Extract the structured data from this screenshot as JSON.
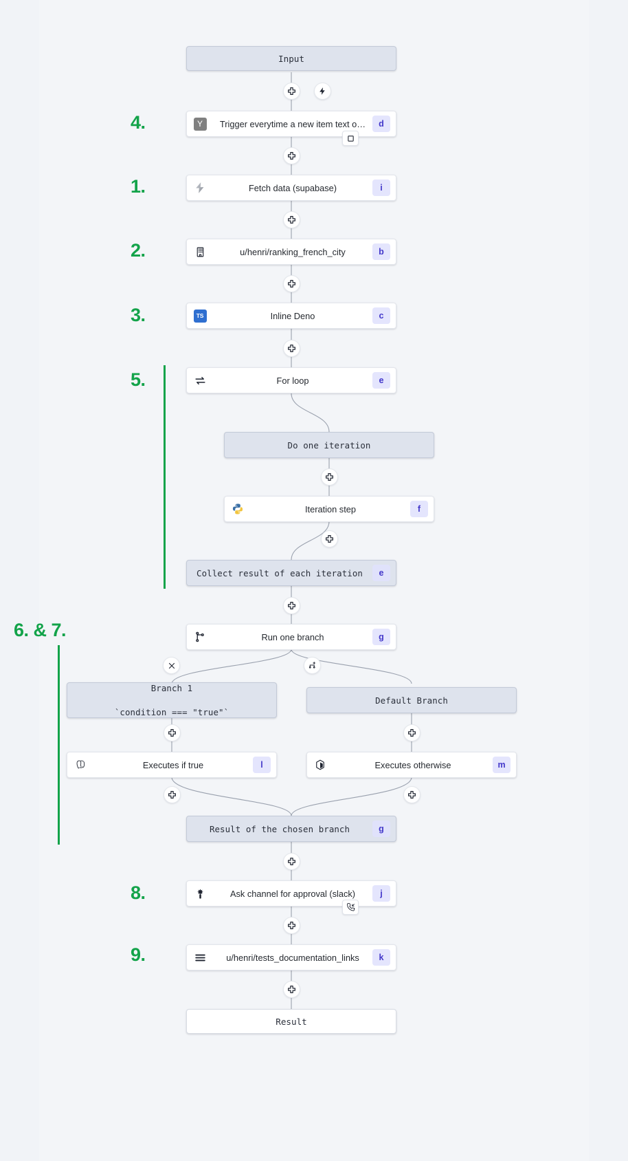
{
  "diagram": {
    "type": "workflow-flowchart",
    "accent_color": "#13a34a",
    "badge_color": "#4338ca",
    "background": "#f1f3f7"
  },
  "nodes": {
    "input": {
      "label": "Input"
    },
    "trigger": {
      "label": "Trigger everytime a new item text o…",
      "badge": "d",
      "icon": "yaml-tile-icon"
    },
    "fetch": {
      "label": "Fetch data (supabase)",
      "badge": "i",
      "icon": "supabase-icon"
    },
    "ranking": {
      "label": "u/henri/ranking_french_city",
      "badge": "b",
      "icon": "building-icon"
    },
    "inline_deno": {
      "label": "Inline Deno",
      "badge": "c",
      "icon": "typescript-icon"
    },
    "for_loop": {
      "label": "For loop",
      "badge": "e",
      "icon": "loop-icon"
    },
    "do_one_iteration": {
      "label": "Do one iteration"
    },
    "iteration_step": {
      "label": "Iteration step",
      "badge": "f",
      "icon": "python-icon"
    },
    "collect_result": {
      "label": "Collect result of each iteration",
      "badge": "e"
    },
    "run_one_branch": {
      "label": "Run one branch",
      "badge": "g",
      "icon": "branch-icon"
    },
    "branch_1": {
      "label": "Branch 1",
      "sublabel": "`condition === \"true\"`"
    },
    "default_branch": {
      "label": "Default Branch"
    },
    "executes_if_true": {
      "label": "Executes if true",
      "badge": "l",
      "icon": "postgres-icon"
    },
    "executes_other": {
      "label": "Executes otherwise",
      "badge": "m",
      "icon": "docker-icon"
    },
    "result_branch": {
      "label": "Result of the chosen branch",
      "badge": "g"
    },
    "ask_approval": {
      "label": "Ask channel for approval (slack)",
      "badge": "j",
      "icon": "slack-icon"
    },
    "doc_links": {
      "label": "u/henri/tests_documentation_links",
      "badge": "k",
      "icon": "hamburger-icon"
    },
    "result": {
      "label": "Result"
    }
  },
  "connectors": {
    "plus": "+",
    "lightning": "lightning-icon",
    "close": "x-icon",
    "add_branch": "add-branch-icon",
    "square_chip": "square-icon",
    "phone_chip": "phone-incoming-icon"
  },
  "annotations": [
    {
      "text": "4.",
      "step": 4
    },
    {
      "text": "1.",
      "step": 1
    },
    {
      "text": "2.",
      "step": 2
    },
    {
      "text": "3.",
      "step": 3
    },
    {
      "text": "5.",
      "step": 5
    },
    {
      "text": "6. & 7.",
      "step": 6
    },
    {
      "text": "8.",
      "step": 8
    },
    {
      "text": "9.",
      "step": 9
    }
  ]
}
